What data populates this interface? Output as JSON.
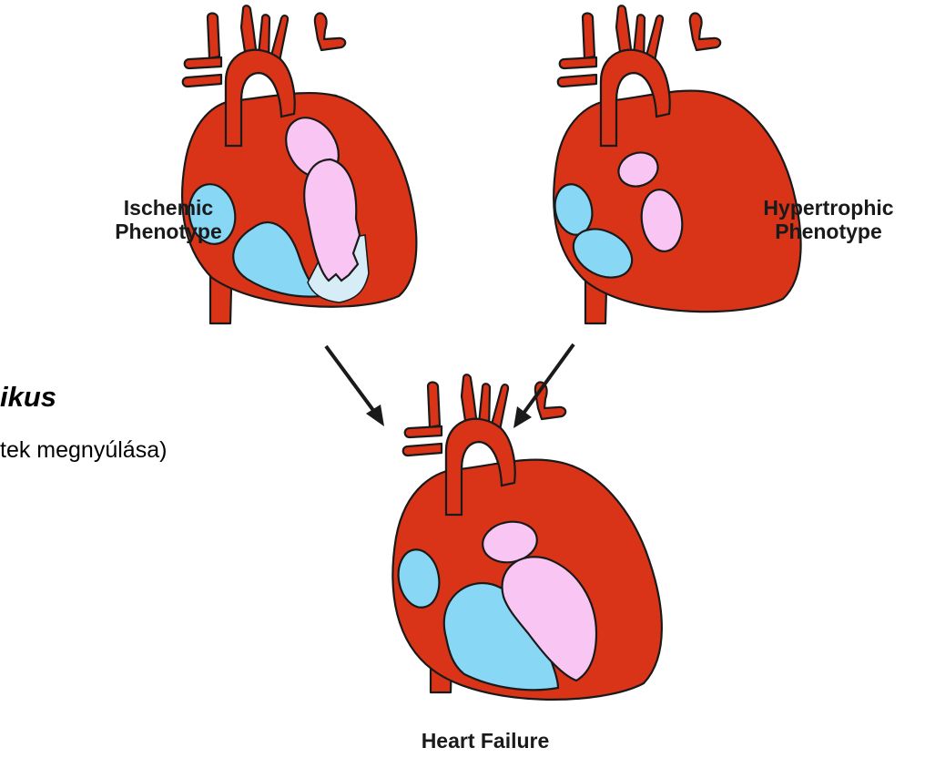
{
  "slide": {
    "heading_fragment": "ikus",
    "body_fragment": "tek megnyúlása)"
  },
  "diagram": {
    "labels": {
      "ischemic_line1": "Ischemic",
      "ischemic_line2": "Phenotype",
      "hypertrophic_line1": "Hypertrophic",
      "hypertrophic_line2": "Phenotype",
      "failure": "Heart Failure"
    },
    "colors": {
      "muscle": "#d93418",
      "outline": "#1a1a1a",
      "left_chambers": "#f9c5f2",
      "right_chambers": "#87d7f5",
      "scar": "#d6ecf7",
      "arrow": "#1a1a1a"
    }
  }
}
